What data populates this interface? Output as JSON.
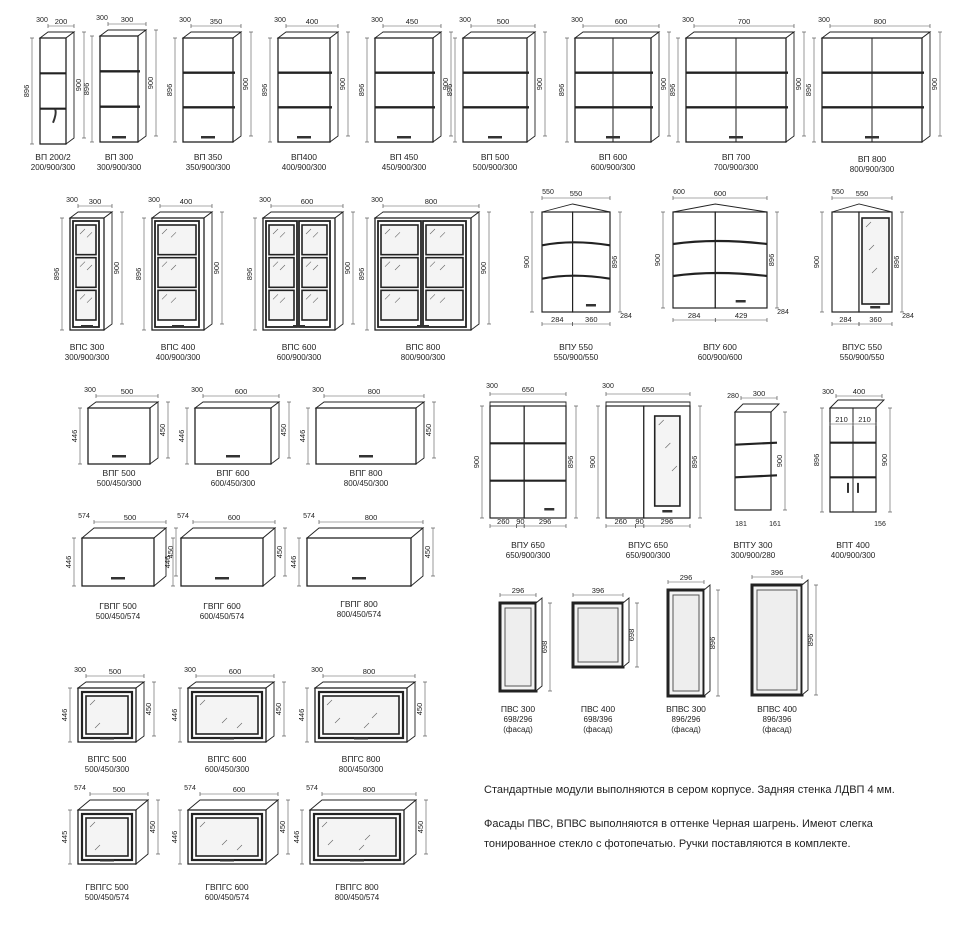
{
  "units": [
    {
      "id": "vp200",
      "name": "ВП 200/2",
      "size": "200/900/300",
      "w": "200",
      "d": "300",
      "h1": "896",
      "h2": "900",
      "kind": "col"
    },
    {
      "id": "vp300",
      "name": "ВП 300",
      "size": "300/900/300",
      "w": "300",
      "d": "300",
      "h1": "896",
      "h2": "900",
      "kind": "tall"
    },
    {
      "id": "vp350",
      "name": "ВП 350",
      "size": "350/900/300",
      "w": "350",
      "d": "300",
      "h1": "896",
      "h2": "900",
      "kind": "tall"
    },
    {
      "id": "vp400",
      "name": "ВП400",
      "size": "400/900/300",
      "w": "400",
      "d": "300",
      "h1": "896",
      "h2": "900",
      "kind": "tall"
    },
    {
      "id": "vp450",
      "name": "ВП 450",
      "size": "450/900/300",
      "w": "450",
      "d": "300",
      "h1": "896",
      "h2": "900",
      "kind": "tall"
    },
    {
      "id": "vp500",
      "name": "ВП 500",
      "size": "500/900/300",
      "w": "500",
      "d": "300",
      "h1": "896",
      "h2": "900",
      "kind": "tall"
    },
    {
      "id": "vp600",
      "name": "ВП 600",
      "size": "600/900/300",
      "w": "600",
      "d": "300",
      "h1": "896",
      "h2": "900",
      "kind": "tall2"
    },
    {
      "id": "vp700",
      "name": "ВП 700",
      "size": "700/900/300",
      "w": "700",
      "d": "300",
      "h1": "896",
      "h2": "900",
      "kind": "tall2"
    },
    {
      "id": "vp800",
      "name": "ВП 800",
      "size": "800/900/300",
      "w": "800",
      "d": "300",
      "h1": "896",
      "h2": "900",
      "kind": "tall2"
    },
    {
      "id": "vps300",
      "name": "ВПС 300",
      "size": "300/900/300",
      "w": "300",
      "d": "300",
      "h1": "896",
      "h2": "900",
      "kind": "glass1"
    },
    {
      "id": "vps400",
      "name": "ВПС 400",
      "size": "400/900/300",
      "w": "400",
      "d": "300",
      "h1": "896",
      "h2": "900",
      "kind": "glass1"
    },
    {
      "id": "vps600",
      "name": "ВПС 600",
      "size": "600/900/300",
      "w": "600",
      "d": "300",
      "h1": "896",
      "h2": "900",
      "kind": "glass2"
    },
    {
      "id": "vps800",
      "name": "ВПС 800",
      "size": "800/900/300",
      "w": "800",
      "d": "300",
      "h1": "896",
      "h2": "900",
      "kind": "glass2"
    },
    {
      "id": "vpu550",
      "name": "ВПУ 550",
      "size": "550/900/550",
      "w": "550",
      "d": "550",
      "h1": "900",
      "h2": "896",
      "b1": "284",
      "b2": "360",
      "b3": "284",
      "kind": "corner"
    },
    {
      "id": "vpu600",
      "name": "ВПУ 600",
      "size": "600/900/600",
      "w": "600",
      "d": "600",
      "h1": "900",
      "h2": "896",
      "b1": "284",
      "b2": "429",
      "b3": "284",
      "kind": "corner"
    },
    {
      "id": "vpus550",
      "name": "ВПУС 550",
      "size": "550/900/550",
      "w": "550",
      "d": "550",
      "h1": "900",
      "h2": "896",
      "b1": "284",
      "b2": "360",
      "b3": "284",
      "kind": "cornerglass"
    },
    {
      "id": "vpg500",
      "name": "ВПГ 500",
      "size": "500/450/300",
      "w": "500",
      "d": "300",
      "h1": "446",
      "h2": "450",
      "kind": "low"
    },
    {
      "id": "vpg600",
      "name": "ВПГ 600",
      "size": "600/450/300",
      "w": "600",
      "d": "300",
      "h1": "446",
      "h2": "450",
      "kind": "low"
    },
    {
      "id": "vpg800",
      "name": "ВПГ 800",
      "size": "800/450/300",
      "w": "800",
      "d": "300",
      "h1": "446",
      "h2": "450",
      "kind": "low"
    },
    {
      "id": "vpu650",
      "name": "ВПУ 650",
      "size": "650/900/300",
      "w": "650",
      "d": "300",
      "h1": "900",
      "h2": "896",
      "b1": "260",
      "b2": "90",
      "b3": "296",
      "kind": "lcorner"
    },
    {
      "id": "vpus650",
      "name": "ВПУС  650",
      "size": "650/900/300",
      "w": "650",
      "d": "300",
      "h1": "900",
      "h2": "896",
      "b1": "260",
      "b2": "90",
      "b3": "296",
      "kind": "lcornerglass"
    },
    {
      "id": "vptu300",
      "name": "ВПТУ 300",
      "size": "300/900/280",
      "w": "300",
      "d": "280",
      "h1": "900",
      "b1": "181",
      "b2": "161",
      "kind": "endshelf"
    },
    {
      "id": "vpt400",
      "name": "ВПТ 400",
      "size": "400/900/300",
      "w": "400",
      "d": "300",
      "h1": "896",
      "h2": "900",
      "b1": "210",
      "b2": "210",
      "b3": "156",
      "kind": "endtwo"
    },
    {
      "id": "gvpg500",
      "name": "ГВПГ 500",
      "size": "500/450/574",
      "w": "500",
      "d": "574",
      "h1": "446",
      "h2": "450",
      "kind": "deep"
    },
    {
      "id": "gvpg600",
      "name": "ГВПГ 600",
      "size": "600/450/574",
      "w": "600",
      "d": "574",
      "h1": "446",
      "h2": "450",
      "kind": "deep"
    },
    {
      "id": "gvpg800",
      "name": "ГВПГ 800",
      "size": "800/450/574",
      "w": "800",
      "d": "574",
      "h1": "446",
      "h2": "450",
      "kind": "deep"
    },
    {
      "id": "pvs300",
      "name": "ПВС 300",
      "size": "698/296",
      "note": "(фасад)",
      "w": "296",
      "h1": "698",
      "kind": "facade"
    },
    {
      "id": "pvs400",
      "name": "ПВС 400",
      "size": "698/396",
      "note": "(фасад)",
      "w": "396",
      "h1": "698",
      "kind": "facade"
    },
    {
      "id": "vpvs300",
      "name": "ВПВС 300",
      "size": "896/296",
      "note": "(фасад)",
      "w": "296",
      "h1": "896",
      "kind": "facade"
    },
    {
      "id": "vpvs400",
      "name": "ВПВС 400",
      "size": "896/396",
      "note": "(фасад)",
      "w": "396",
      "h1": "896",
      "kind": "facade"
    },
    {
      "id": "vpgs500",
      "name": "ВПГС 500",
      "size": "500/450/300",
      "w": "500",
      "d": "300",
      "h1": "446",
      "h2": "450",
      "kind": "lowglass"
    },
    {
      "id": "vpgs600",
      "name": "ВПГС 600",
      "size": "600/450/300",
      "w": "600",
      "d": "300",
      "h1": "446",
      "h2": "450",
      "kind": "lowglass"
    },
    {
      "id": "vpgs800",
      "name": "ВПГС 800",
      "size": "800/450/300",
      "w": "800",
      "d": "300",
      "h1": "446",
      "h2": "450",
      "kind": "lowglass"
    },
    {
      "id": "gvpgs500",
      "name": "ГВПГС 500",
      "size": "500/450/574",
      "w": "500",
      "d": "574",
      "h1": "445",
      "h2": "450",
      "kind": "deepglass"
    },
    {
      "id": "gvpgs600",
      "name": "ГВПГС 600",
      "size": "600/450/574",
      "w": "600",
      "d": "574",
      "h1": "446",
      "h2": "450",
      "kind": "deepglass"
    },
    {
      "id": "gvpgs800",
      "name": "ГВПГС 800",
      "size": "800/450/574",
      "w": "800",
      "d": "574",
      "h1": "446",
      "h2": "450",
      "kind": "deepglass"
    }
  ],
  "notes": {
    "note1": "Стандартные модули выполняются в сером корпусе. Задняя стенка ЛДВП 4 мм.",
    "note2": "Фасады ПВС, ВПВС выполняются в оттенке Черная шагрень. Имеют слегка тонированное стекло с фотопечатью. Ручки поставляются в комплекте."
  },
  "colors": {
    "line": "#222222",
    "dim": "#555555",
    "glass": "#f4f4f4",
    "frame": "#3a3a3a"
  }
}
